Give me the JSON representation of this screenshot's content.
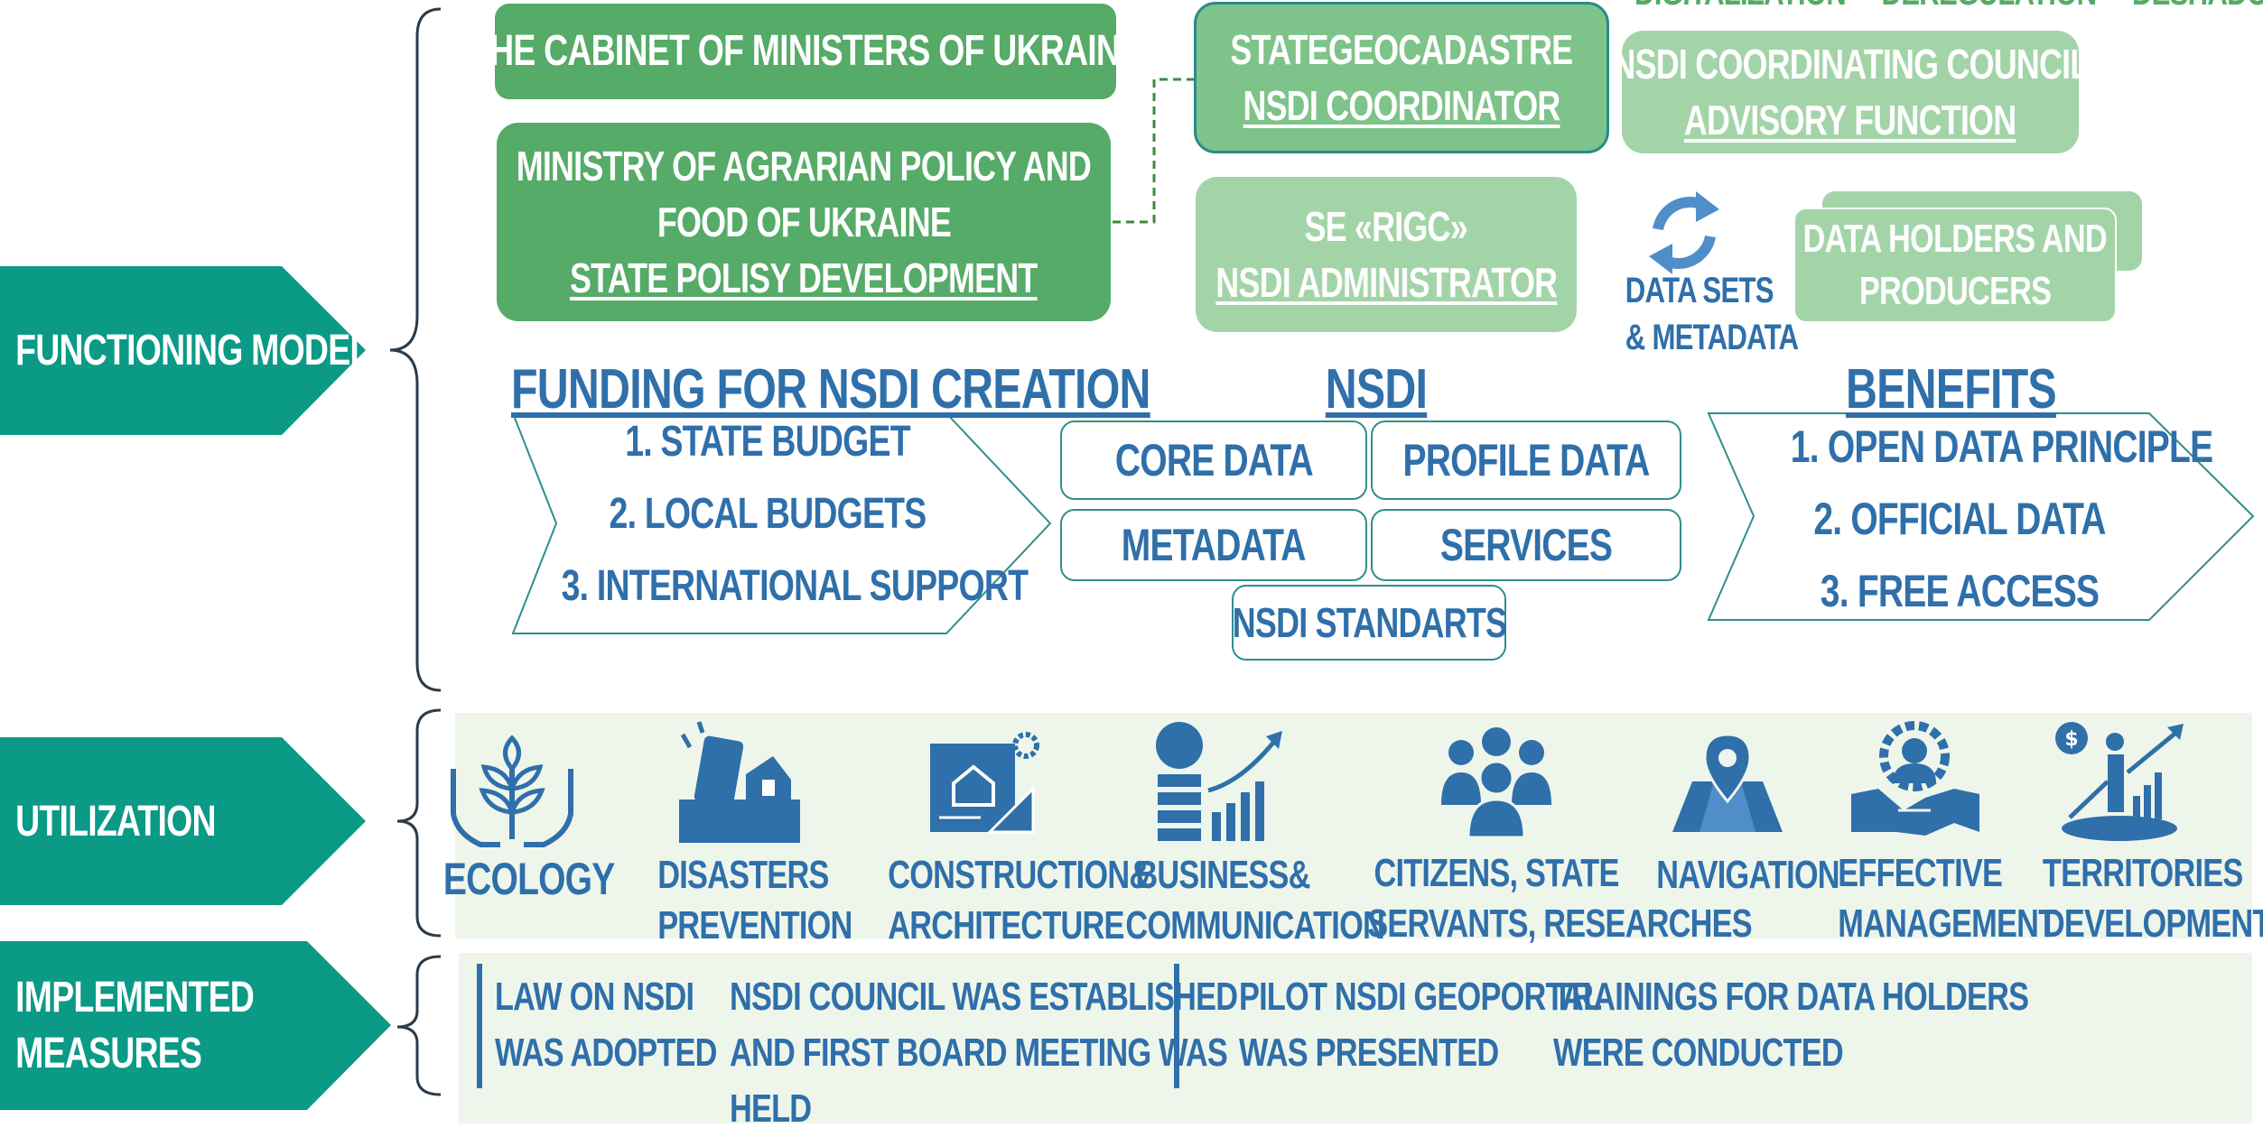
{
  "top_partial": [
    "DIGITALIZATION",
    "DEREGULATION",
    "DESHADOWING"
  ],
  "sections": {
    "functioning_model": "FUNCTIONING MODEL",
    "utilization": "UTILIZATION",
    "implemented_line1": "IMPLEMENTED",
    "implemented_line2": "MEASURES"
  },
  "org": {
    "cabinet": "THE CABINET OF MINISTERS OF UKRAINE",
    "ministry_line1": "MINISTRY OF AGRARIAN POLICY AND",
    "ministry_line2": "FOOD OF UKRAINE",
    "ministry_line3": "STATE POLISY DEVELOPMENT",
    "stategeo_line1": "STATEGEOCADASTRE",
    "stategeo_line2": "NSDI COORDINATOR",
    "council_line1": "NSDI COORDINATING COUNCIL",
    "council_line2": "ADVISORY FUNCTION",
    "rigc_line1": "SE «RIGC»",
    "rigc_line2": "NSDI ADMINISTRATOR",
    "datasets_line1": "DATA SETS",
    "datasets_line2": "& METADATA",
    "holders_line1": "DATA HOLDERS AND",
    "holders_line2": "PRODUCERS"
  },
  "funding": {
    "title": "FUNDING FOR NSDI CREATION",
    "items": [
      "1. STATE BUDGET",
      "2. LOCAL BUDGETS",
      "3. INTERNATIONAL   SUPPORT"
    ]
  },
  "nsdi": {
    "title": "NSDI",
    "cells": [
      "CORE DATA",
      "PROFILE DATA",
      "METADATA",
      "SERVICES",
      "NSDI STANDARTS"
    ]
  },
  "benefits": {
    "title": "BENEFITS",
    "items": [
      "1. OPEN DATA PRINCIPLE",
      "2. OFFICIAL DATA",
      "3. FREE ACCESS"
    ]
  },
  "utilization": [
    {
      "icon": "ecology-icon",
      "line1": "ECOLOGY",
      "line2": ""
    },
    {
      "icon": "disasters-icon",
      "line1": "DISASTERS",
      "line2": "PREVENTION"
    },
    {
      "icon": "construction-icon",
      "line1": "CONSTRUCTION&",
      "line2": "ARCHITECTURE"
    },
    {
      "icon": "business-icon",
      "line1": "BUSINESS&",
      "line2": "COMMUNICATION"
    },
    {
      "icon": "citizens-icon",
      "line1": "CITIZENS, STATE",
      "line2": "SERVANTS, RESEARCHES"
    },
    {
      "icon": "navigation-icon",
      "line1": "NAVIGATION",
      "line2": ""
    },
    {
      "icon": "management-icon",
      "line1": "EFFECTIVE",
      "line2": "MANAGEMENT"
    },
    {
      "icon": "territories-icon",
      "line1": "TERRITORIES",
      "line2": "DEVELOPMENT"
    }
  ],
  "measures": {
    "law_line1": "LAW ON NSDI",
    "law_line2": "WAS ADOPTED",
    "council_line1": "NSDI COUNCIL WAS ESTABLISHED",
    "council_line2": "AND FIRST BOARD MEETING WAS",
    "council_line3": "HELD",
    "geoportal_line1": "PILOT NSDI GEOPORTAL",
    "geoportal_line2": "WAS PRESENTED",
    "trainings_line1": "TRAININGS FOR DATA HOLDERS",
    "trainings_line2": "WERE CONDUCTED"
  },
  "colors": {
    "teal": "#0a9a86",
    "green_dark": "#55ab67",
    "green_mid": "#7ec38a",
    "green_light": "#a3d4a8",
    "blue_text": "#2f6faa",
    "outline": "#2e8e8c",
    "band": "#eef6ec"
  }
}
